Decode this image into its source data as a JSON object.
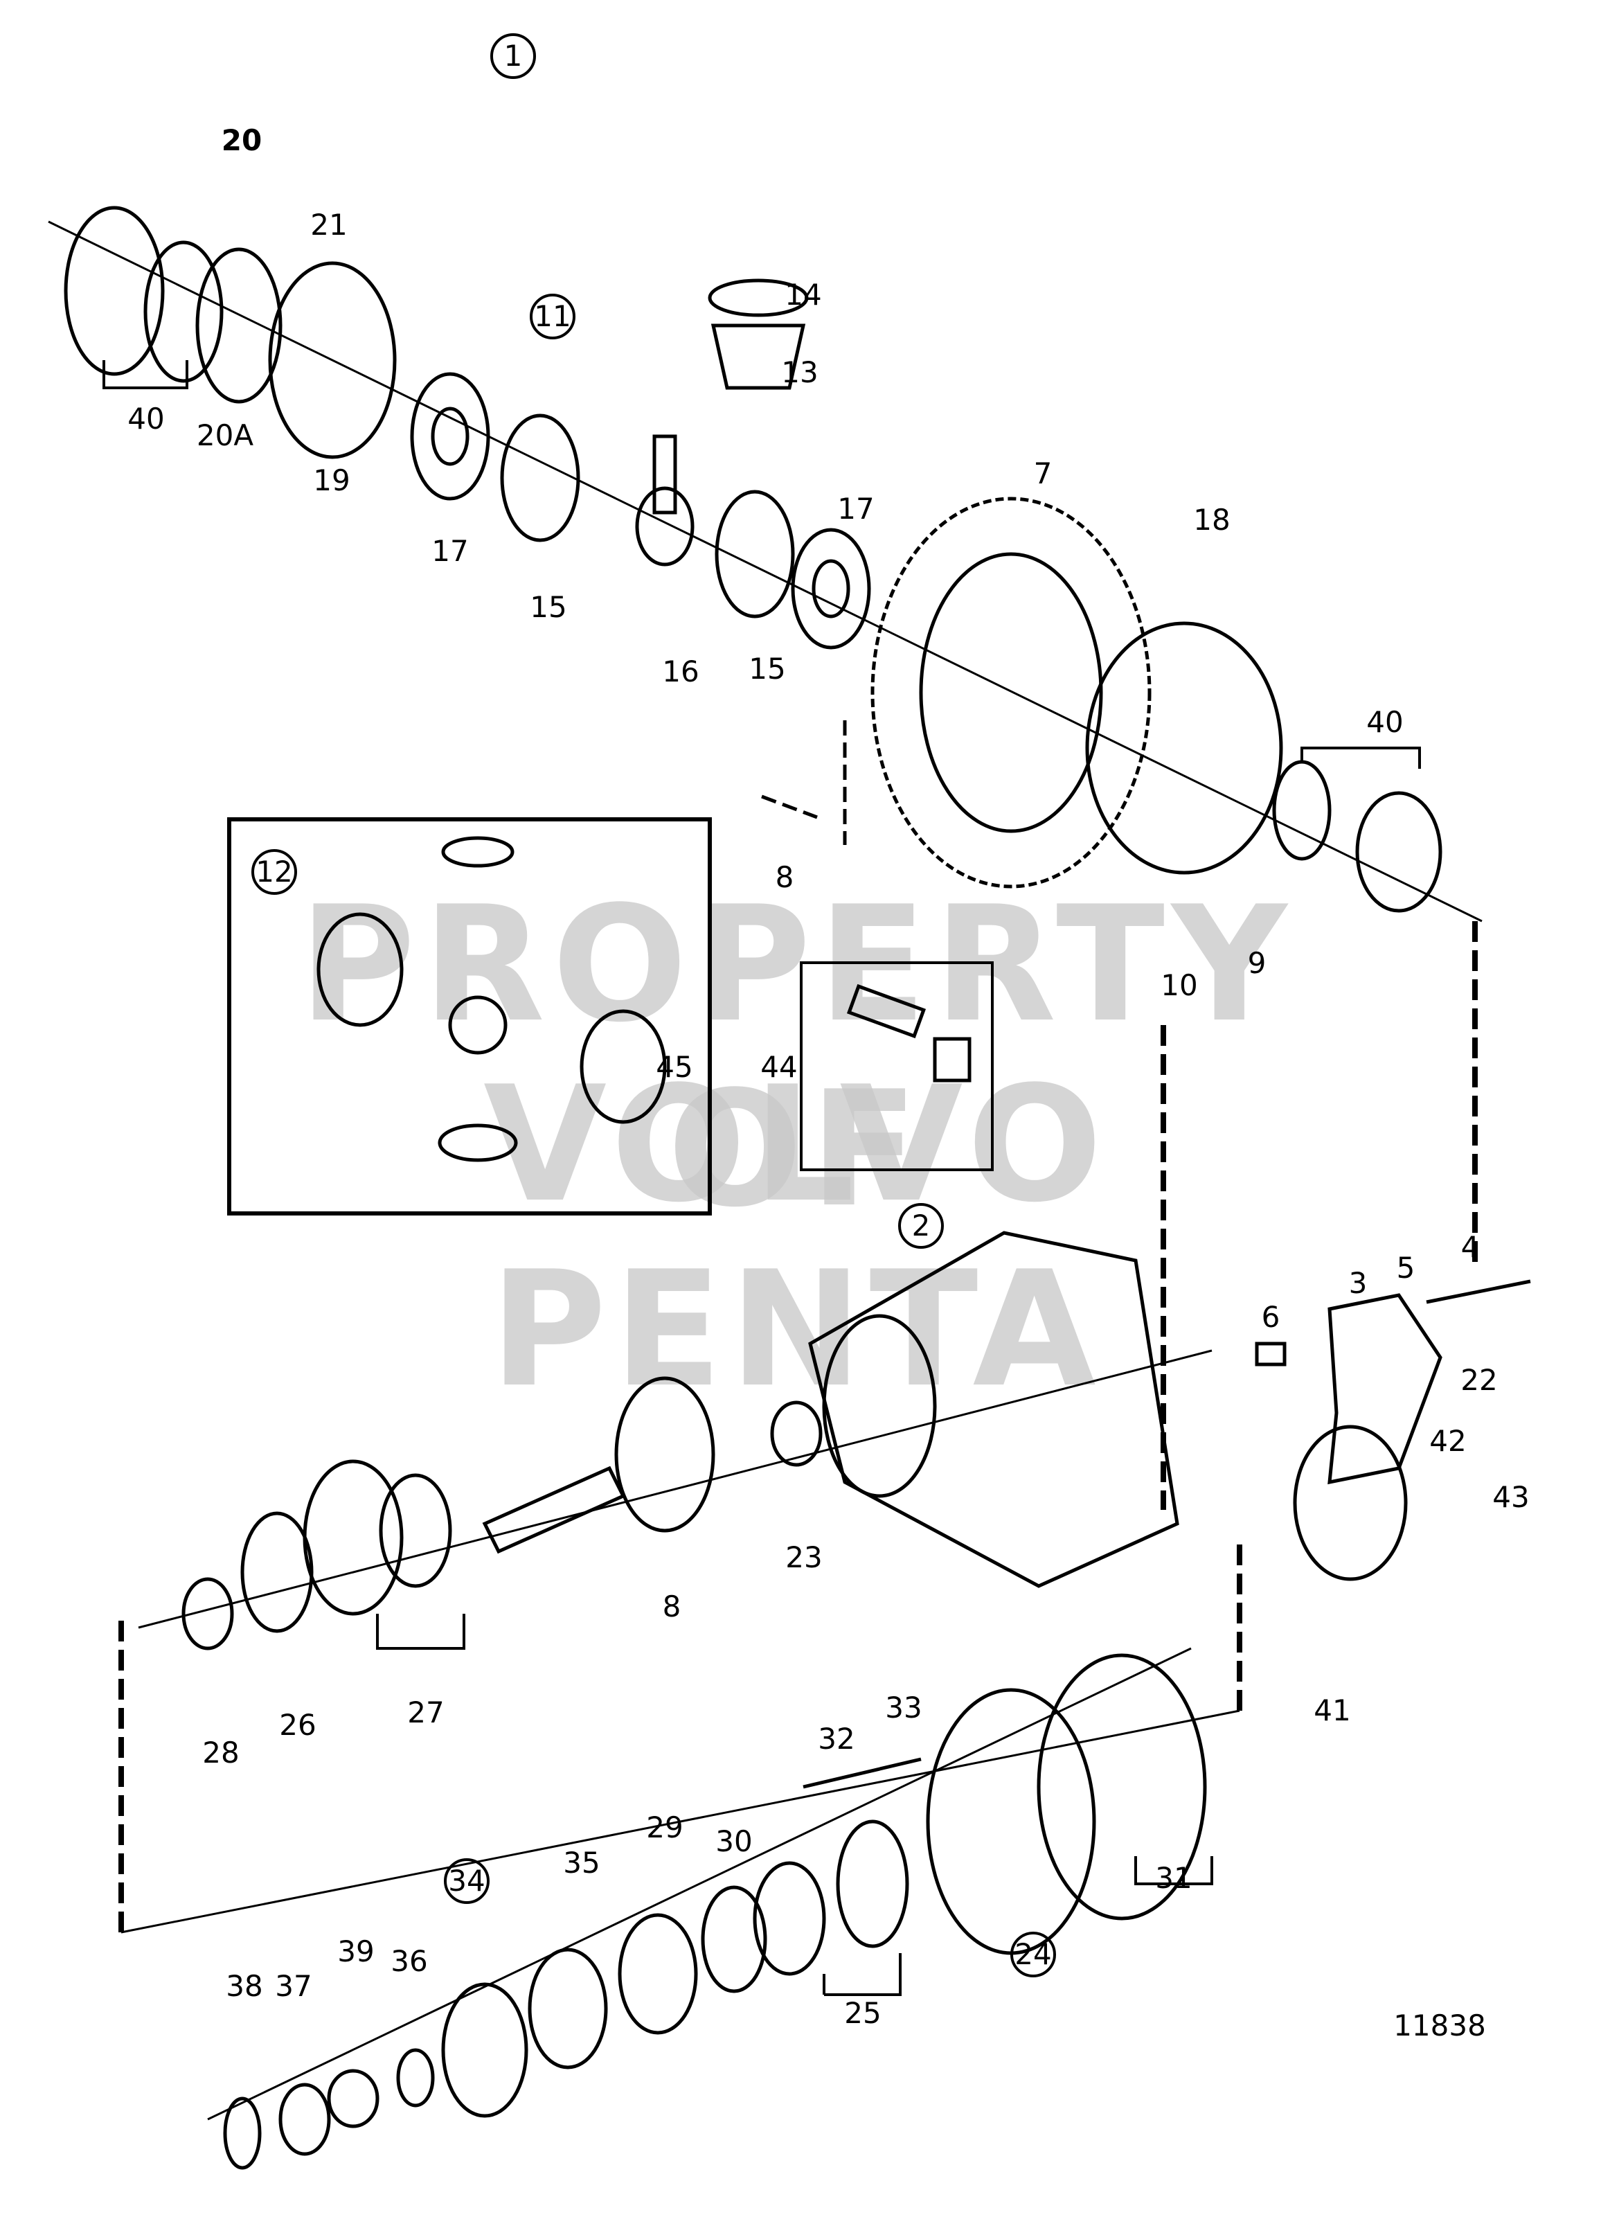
{
  "diagram": {
    "figure_number": "11838",
    "watermark": [
      "PROPERTY OF",
      "VOLVO PENTA"
    ],
    "callouts": {
      "c1": "1",
      "c20": "20",
      "c21": "21",
      "c11": "11",
      "c14": "14",
      "c13": "13",
      "c40a": "40",
      "c20A": "20A",
      "c19": "19",
      "c17a": "17",
      "c15a": "15",
      "c16": "16",
      "c15b": "15",
      "c17b": "17",
      "c7": "7",
      "c18": "18",
      "c40b": "40",
      "c8a": "8",
      "c12": "12",
      "c45": "45",
      "c44": "44",
      "c9": "9",
      "c10": "10",
      "c2": "2",
      "c3": "3",
      "c5": "5",
      "c4": "4",
      "c6": "6",
      "c22": "22",
      "c42": "42",
      "c43": "43",
      "c23": "23",
      "c8b": "8",
      "c41": "41",
      "c28": "28",
      "c26": "26",
      "c27": "27",
      "c32": "32",
      "c33": "33",
      "c31": "31",
      "c24": "24",
      "c30": "30",
      "c29": "29",
      "c35": "35",
      "c34": "34",
      "c39": "39",
      "c36": "36",
      "c37": "37",
      "c38": "38",
      "c25": "25"
    }
  }
}
